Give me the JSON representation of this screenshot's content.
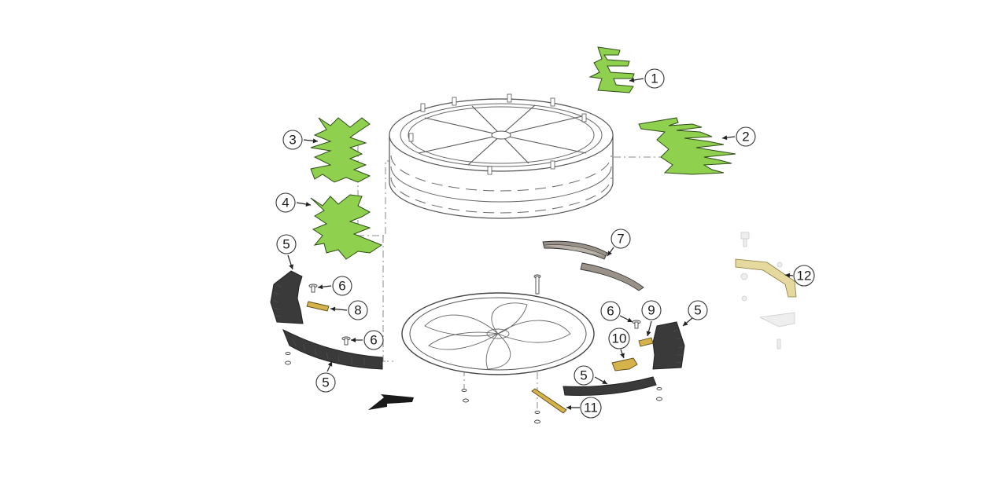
{
  "colors": {
    "blade_green": "#8fd14f",
    "knife_dark": "#3a3a3a",
    "brass": "#d6b24a",
    "guide_gray": "#9a9289",
    "outline": "#555555",
    "ghost_part": "#d8d8d8"
  },
  "icons": {
    "direction_arrow": "arrow-down-left-icon"
  },
  "callouts": [
    {
      "id": "c1",
      "label": "1"
    },
    {
      "id": "c2",
      "label": "2"
    },
    {
      "id": "c3",
      "label": "3"
    },
    {
      "id": "c4",
      "label": "4"
    },
    {
      "id": "c5a",
      "label": "5"
    },
    {
      "id": "c5b",
      "label": "5"
    },
    {
      "id": "c5c",
      "label": "5"
    },
    {
      "id": "c5d",
      "label": "5"
    },
    {
      "id": "c6a",
      "label": "6"
    },
    {
      "id": "c6b",
      "label": "6"
    },
    {
      "id": "c6c",
      "label": "6"
    },
    {
      "id": "c7",
      "label": "7"
    },
    {
      "id": "c8",
      "label": "8"
    },
    {
      "id": "c9",
      "label": "9"
    },
    {
      "id": "c10",
      "label": "10"
    },
    {
      "id": "c11",
      "label": "11"
    },
    {
      "id": "c12",
      "label": "12"
    }
  ]
}
